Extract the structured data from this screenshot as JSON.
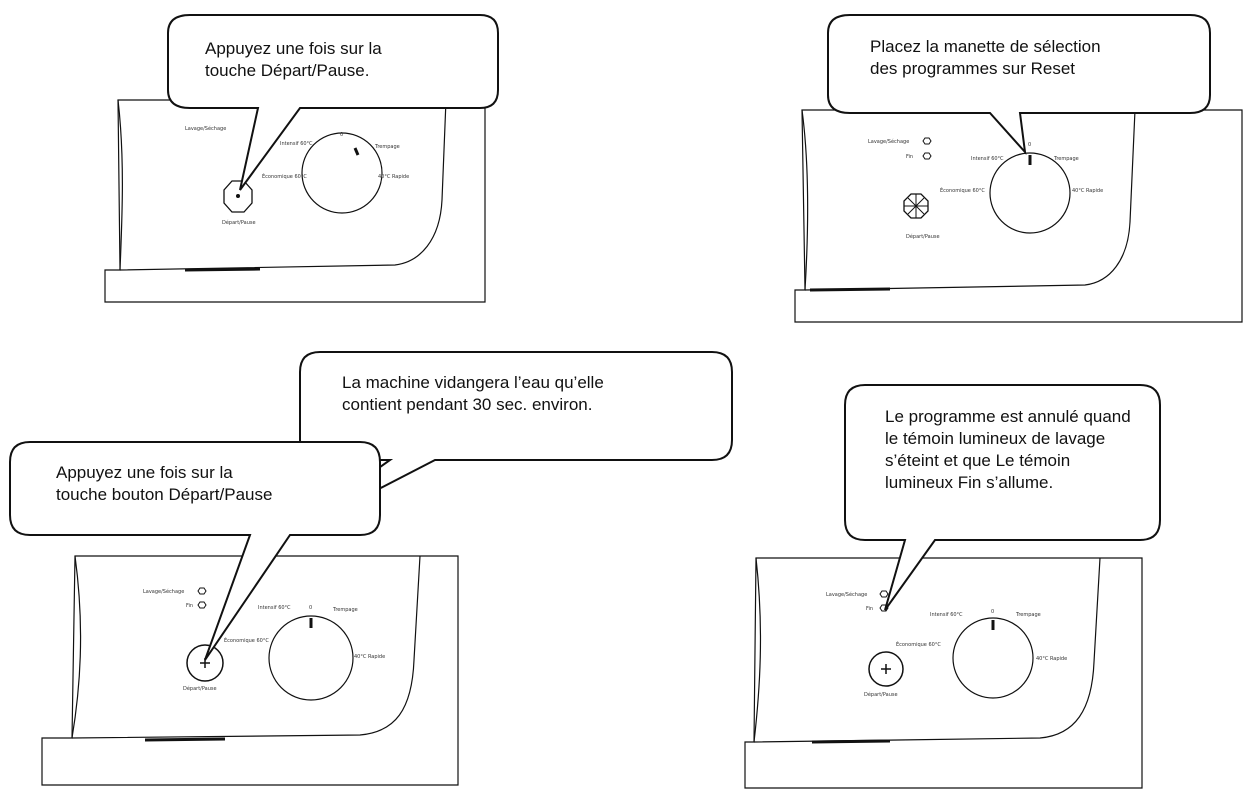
{
  "panels": [
    {
      "bubble": "Appuyez une fois sur la\ntouche Départ/Pause.",
      "labels": {
        "wash": "Lavage/Séchage",
        "eco": "Économique 60°C",
        "intensive": "Intensif 60°C",
        "zero": "0",
        "rinse": "Trempage",
        "rapid": "40°C Rapide",
        "button": "Départ/Pause"
      }
    },
    {
      "bubble": "Placez la manette de sélection\ndes programmes sur Reset",
      "labels": {
        "wash": "Lavage/Séchage",
        "fin": "Fin",
        "eco": "Économique 60°C",
        "intensive": "Intensif 60°C",
        "zero": "0",
        "rinse": "Trempage",
        "rapid": "40°C Rapide",
        "button": "Départ/Pause"
      }
    },
    {
      "bubble_top": "La machine vidangera l’eau qu’elle\ncontient pendant 30 sec. environ.",
      "bubble": "Appuyez une fois sur la\ntouche bouton Départ/Pause",
      "labels": {
        "wash": "Lavage/Séchage",
        "fin": "Fin",
        "eco": "Économique 60°C",
        "intensive": "Intensif 60°C",
        "zero": "0",
        "rinse": "Trempage",
        "rapid": "40°C Rapide",
        "button": "Départ/Pause"
      }
    },
    {
      "bubble": "Le programme est annulé quand\nle témoin lumineux de lavage\ns’éteint et que Le témoin\nlumineux Fin s’allume.",
      "labels": {
        "wash": "Lavage/Séchage",
        "fin": "Fin",
        "eco": "Économique 60°C",
        "intensive": "Intensif 60°C",
        "zero": "0",
        "rinse": "Trempage",
        "rapid": "40°C Rapide",
        "button": "Départ/Pause"
      }
    }
  ]
}
